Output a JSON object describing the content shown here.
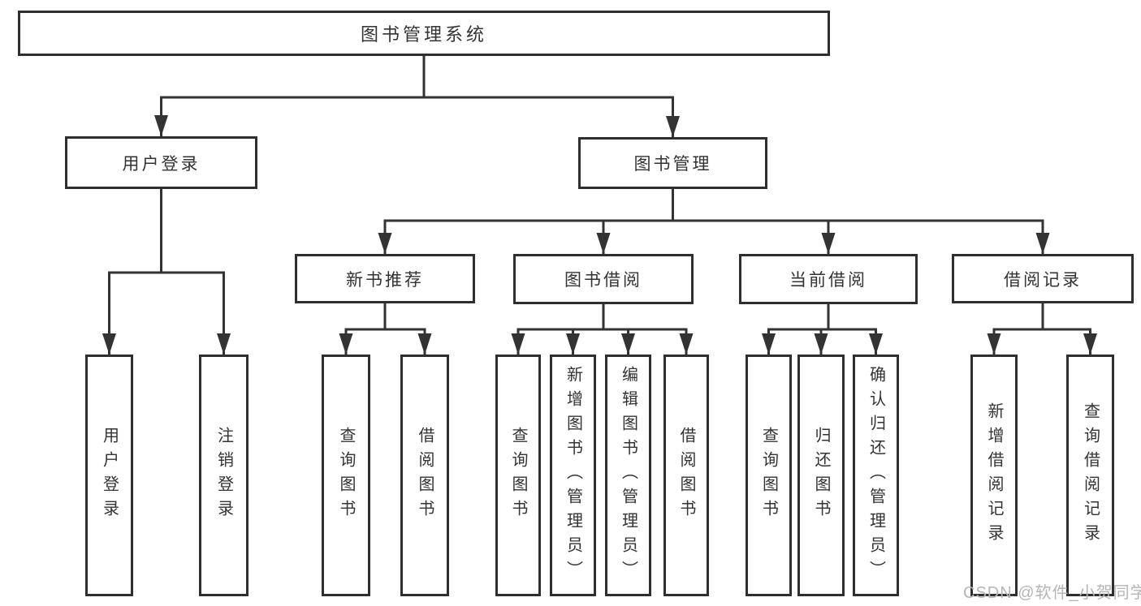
{
  "diagram": {
    "title": "图书管理系统",
    "branches": {
      "user_login": {
        "label": "用户登录",
        "children": [
          "用户登录",
          "注销登录"
        ]
      },
      "book_management": {
        "label": "图书管理",
        "children": {
          "new_book_recommend": {
            "label": "新书推荐",
            "children": [
              "查询图书",
              "借阅图书"
            ]
          },
          "book_borrowing": {
            "label": "图书借阅",
            "children": [
              "查询图书",
              "新增图书（管理员）",
              "编辑图书（管理员）",
              "借阅图书"
            ]
          },
          "current_borrowing": {
            "label": "当前借阅",
            "children": [
              "查询图书",
              "归还图书",
              "确认归还（管理员）"
            ]
          },
          "borrowing_records": {
            "label": "借阅记录",
            "children": [
              "新增借阅记录",
              "查询借阅记录"
            ]
          }
        }
      }
    }
  },
  "watermark": "CSDN @软件_小贺同学",
  "colors": {
    "line": "#333333",
    "border": "#2f2f2f",
    "text": "#333333",
    "background": "#ffffff",
    "watermark": "#b5b5b5"
  }
}
